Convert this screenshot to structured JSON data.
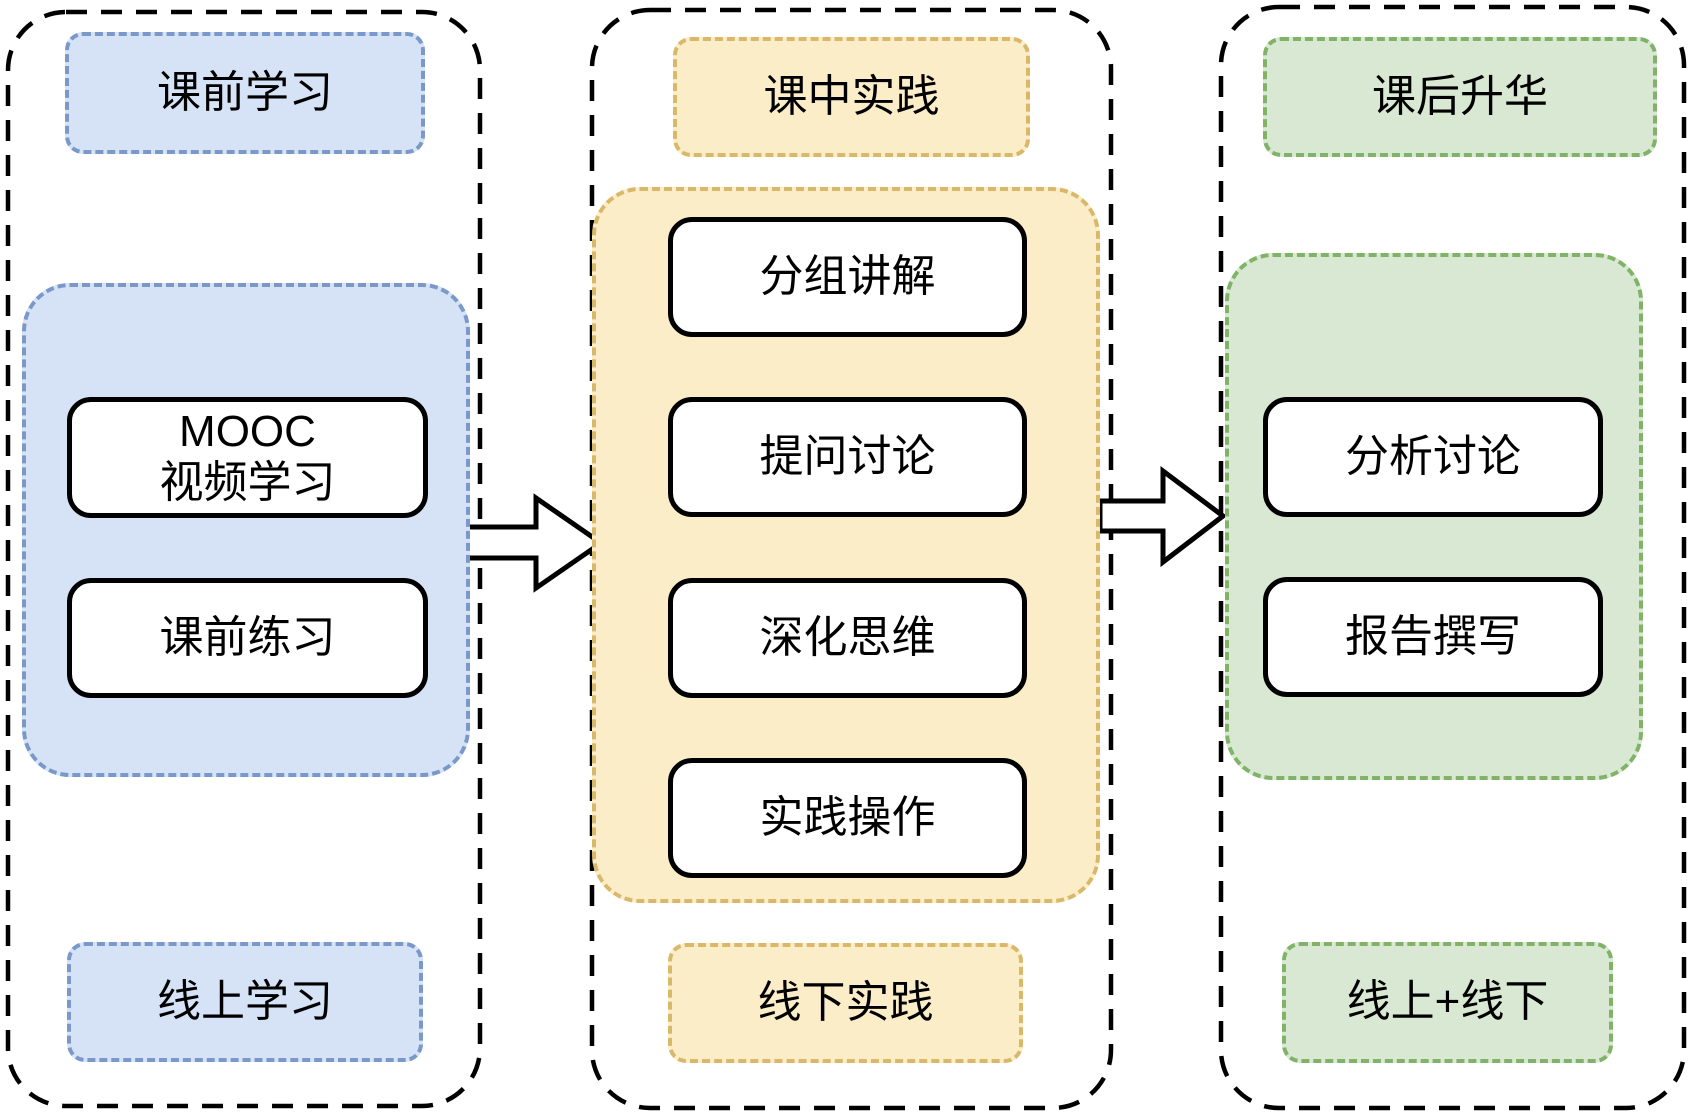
{
  "diagram": {
    "name": "flipped-classroom-flow",
    "columns": [
      {
        "id": "pre-class",
        "header": "课前学习",
        "items": [
          "MOOC\n视频学习",
          "课前练习"
        ],
        "footer": "线上学习",
        "accent_fill": "#d6e3f7",
        "accent_border": "#7a99c9"
      },
      {
        "id": "in-class",
        "header": "课中实践",
        "items": [
          "分组讲解",
          "提问讨论",
          "深化思维",
          "实践操作"
        ],
        "footer": "线下实践",
        "accent_fill": "#fcedc9",
        "accent_border": "#d9b969"
      },
      {
        "id": "post-class",
        "header": "课后升华",
        "items": [
          "分析讨论",
          "报告撰写"
        ],
        "footer": "线上+线下",
        "accent_fill": "#d8e8d2",
        "accent_border": "#80b368"
      }
    ],
    "outline_color": "#000000",
    "box_color": "#ffffff"
  }
}
